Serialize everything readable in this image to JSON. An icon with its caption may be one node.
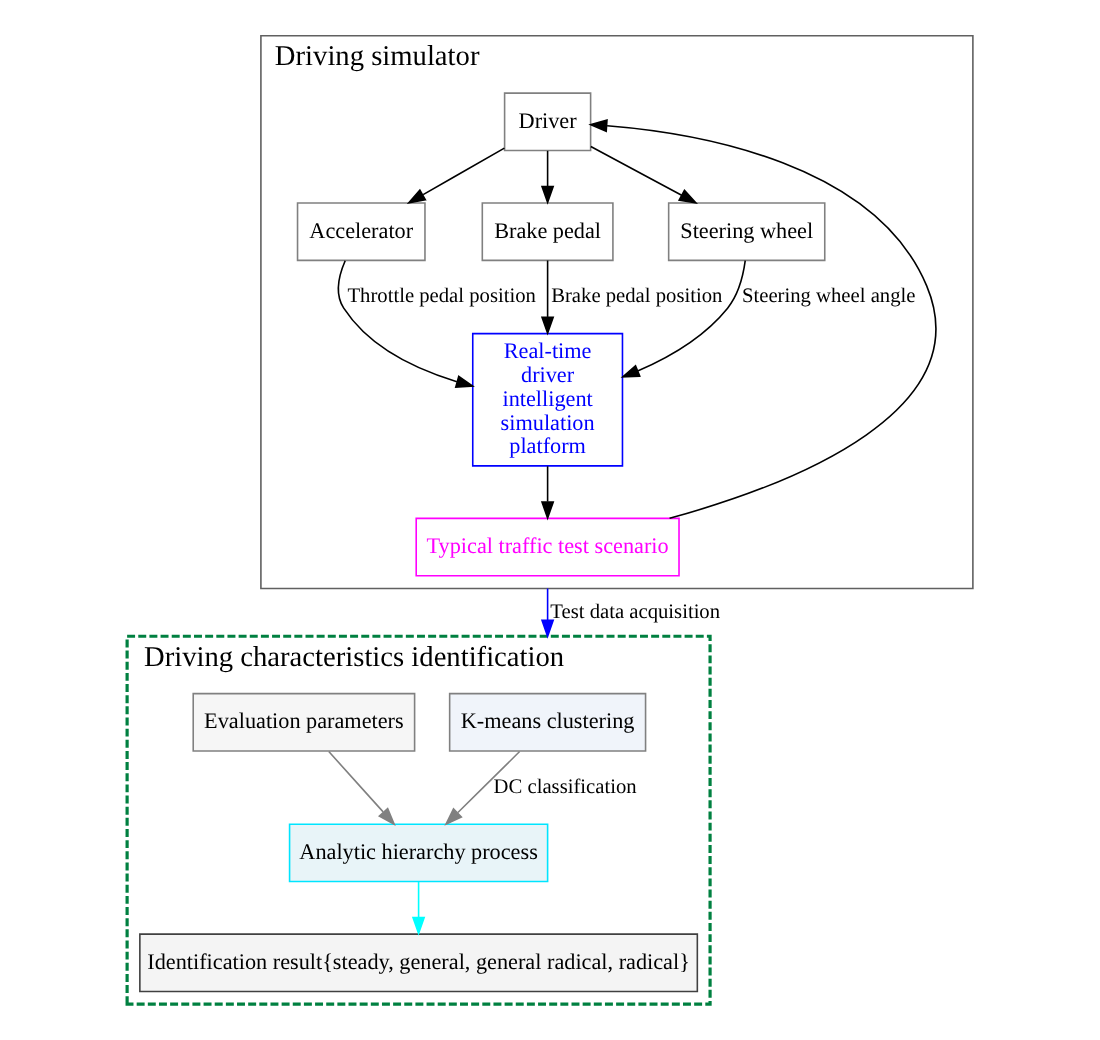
{
  "diagram": {
    "nodes": [
      {
        "text": [
          "Driving simulator"
        ]
      },
      {
        "text": [
          "Driver"
        ],
        "in": 0
      },
      {
        "text": [
          "Accelerator"
        ],
        "in": 0
      },
      {
        "text": [
          "Brake pedal"
        ],
        "in": 0
      },
      {
        "text": [
          "Steering wheel"
        ],
        "in": 0
      },
      {
        "text": [
          "Real-time driver intelligent simulation platform"
        ],
        "in": 0
      },
      {
        "text": [
          "Typical traffic test scenario"
        ],
        "in": 0
      },
      {
        "text": [
          "Driving characteristics identification"
        ]
      },
      {
        "text": [
          "K-means clustering"
        ],
        "in": 7
      },
      {
        "text": [
          "Evaluation parameters"
        ],
        "in": 7
      },
      {
        "text": [
          "Analytic hierarchy process"
        ],
        "in": 7
      },
      {
        "text": [
          "Identification result{steady, general, general radical, radical}"
        ],
        "in": 7
      }
    ],
    "edges": [
      {
        "from": 1,
        "to": 2,
        "arrow": "to"
      },
      {
        "from": 1,
        "to": 3,
        "arrow": "to"
      },
      {
        "from": 1,
        "to": 4,
        "arrow": "to"
      },
      {
        "from": 2,
        "to": 5,
        "arrow": "to",
        "label": "Throttle pedal position"
      },
      {
        "from": 3,
        "to": 5,
        "arrow": "to",
        "label": "Brake pedal position"
      },
      {
        "from": 4,
        "to": 5,
        "arrow": "to",
        "label": "Steering wheel angle"
      },
      {
        "from": 5,
        "to": 6,
        "arrow": "to"
      },
      {
        "from": 6,
        "to": 1,
        "arrow": "to"
      },
      {
        "from": 0,
        "to": 7,
        "arrow": "to",
        "label": "Test data acquisition",
        "color": "#0000ff"
      },
      {
        "from": 8,
        "to": 10,
        "arrow": "to",
        "label": "DC classification",
        "color": "#808080"
      },
      {
        "from": 9,
        "to": 10,
        "arrow": "to",
        "color": "#808080"
      },
      {
        "from": 10,
        "to": 11,
        "arrow": "to",
        "color": "#00ffff"
      }
    ]
  }
}
